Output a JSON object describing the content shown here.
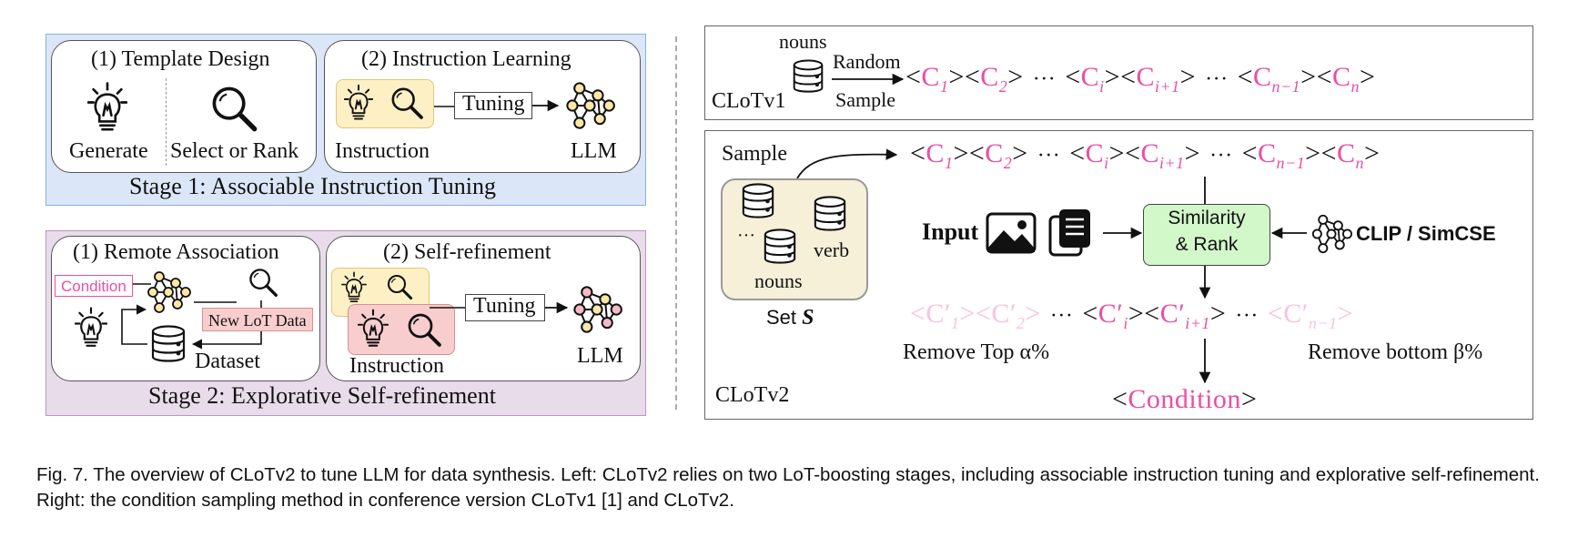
{
  "left": {
    "stage1": {
      "title": "Stage 1: Associable Instruction Tuning",
      "box1": {
        "title": "(1) Template Design",
        "generate": "Generate",
        "select": "Select or Rank"
      },
      "box2": {
        "title": "(2) Instruction Learning",
        "instruction": "Instruction",
        "tuning": "Tuning",
        "llm": "LLM"
      }
    },
    "stage2": {
      "title": "Stage 2: Explorative Self-refinement",
      "box1": {
        "title": "(1) Remote Association",
        "condition": "Condition",
        "new_lot": "New LoT Data",
        "dataset": "Dataset"
      },
      "box2": {
        "title": "(2) Self-refinement",
        "instruction": "Instruction",
        "tuning": "Tuning",
        "llm": "LLM"
      }
    }
  },
  "right": {
    "clotv1": {
      "label": "CLoTv1",
      "nouns": "nouns",
      "random": "Random",
      "sample": "Sample",
      "sequence": [
        {
          "base": "C",
          "sub": "1"
        },
        {
          "base": "C",
          "sub": "2"
        },
        {
          "dots": "···"
        },
        {
          "base": "C",
          "sub": "i"
        },
        {
          "base": "C",
          "sub": "i+1"
        },
        {
          "dots": "···"
        },
        {
          "base": "C",
          "sub": "n−1"
        },
        {
          "base": "C",
          "sub": "n"
        }
      ]
    },
    "clotv2": {
      "label": "CLoTv2",
      "sample": "Sample",
      "set_label": "Set",
      "set_symbol": "S",
      "db_nouns": "nouns",
      "db_verb": "verb",
      "db_dots": "···",
      "input": "Input",
      "similarity_line1": "Similarity",
      "similarity_line2": "& Rank",
      "clip": "CLIP / SimCSE",
      "remove_top": "Remove Top α%",
      "remove_bottom": "Remove bottom β%",
      "condition": "Condition",
      "sequence_top": [
        {
          "base": "C",
          "sub": "1"
        },
        {
          "base": "C",
          "sub": "2"
        },
        {
          "dots": "···"
        },
        {
          "base": "C",
          "sub": "i"
        },
        {
          "base": "C",
          "sub": "i+1"
        },
        {
          "dots": "···"
        },
        {
          "base": "C",
          "sub": "n−1"
        },
        {
          "base": "C",
          "sub": "n"
        }
      ],
      "sequence_bottom": [
        {
          "base": "C′",
          "sub": "1",
          "faint": true
        },
        {
          "base": "C′",
          "sub": "2",
          "faint": true
        },
        {
          "dots": "···"
        },
        {
          "base": "C′",
          "sub": "i"
        },
        {
          "base": "C′",
          "sub": "i+1"
        },
        {
          "dots": "···"
        },
        {
          "base": "C′",
          "sub": "n−1",
          "faint": true
        }
      ]
    }
  },
  "caption": "Fig. 7. The overview of CLoTv2 to tune LLM for data synthesis. Left: CLoTv2 relies on two LoT-boosting stages, including associable instruction tuning and explorative self-refinement. Right: the condition sampling method in conference version CLoTv1 [1] and CLoTv2.",
  "colors": {
    "stage1_bg": "#dbe7f8",
    "stage2_bg": "#e9dcea",
    "pink": "#ec4ea3",
    "instruction_yellow": "#fdf0c4",
    "instruction_pink": "#f8cdcd",
    "condition_green": "#d2f7c9",
    "set_tan": "#f6f0d8"
  }
}
